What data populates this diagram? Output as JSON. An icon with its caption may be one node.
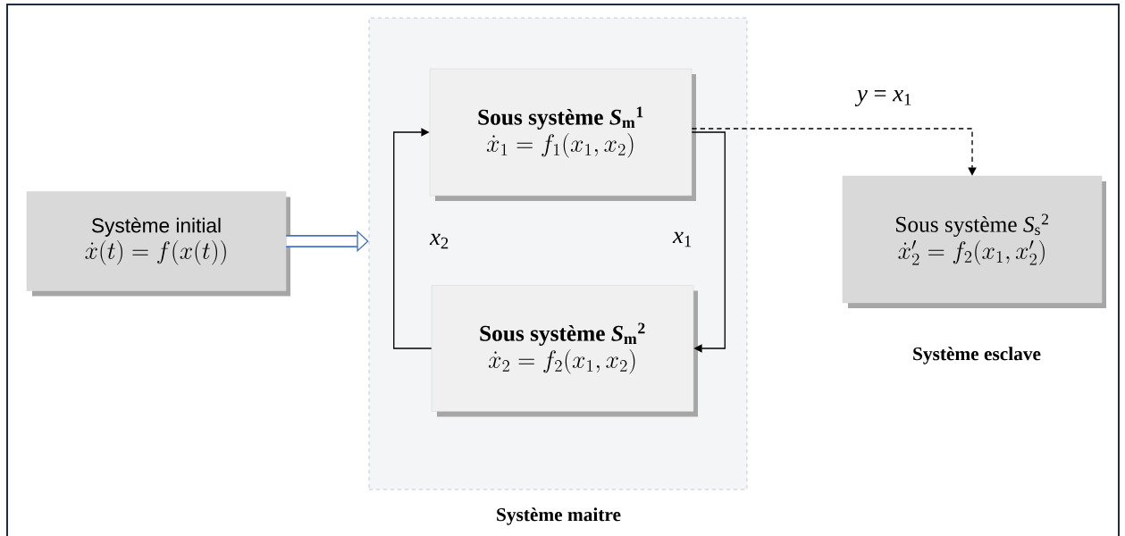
{
  "diagram": {
    "nodes": [
      {
        "text": [
          "Système initial",
          "\\dot{x}(t)=f(x(t))"
        ]
      },
      {
        "text": [
          "Système maitre"
        ]
      },
      {
        "text": [
          "Sous système *S*$_{m}$$^{1}$",
          "\\dot{x}_1=f_1(x_1,x_2)"
        ],
        "in": 1
      },
      {
        "text": [
          "Sous système *S*$_{m}$$^{2}$",
          "\\dot{x}_2=f_2(x_1,x_2)"
        ],
        "in": 1
      },
      {
        "text": [
          "Sous système *S*$_{s}$$^{2}$",
          "\\dot{x}'_2=f_2(x_1,x'_2)"
        ],
        "beside": [
          "Système esclave"
        ]
      }
    ],
    "edges": [
      {
        "from": 0,
        "to": 1,
        "arrow": "to",
        "style": "thick",
        "color": "#4472c4"
      },
      {
        "from": 2,
        "to": 3,
        "arrow": "to",
        "label": "*x*$_{1}$"
      },
      {
        "from": 3,
        "to": 2,
        "arrow": "to",
        "label": "*x*$_{2}$"
      },
      {
        "from": 2,
        "to": 4,
        "arrow": "to",
        "style": "dashed",
        "label": "*y* = *x*$_{1}$"
      }
    ]
  }
}
